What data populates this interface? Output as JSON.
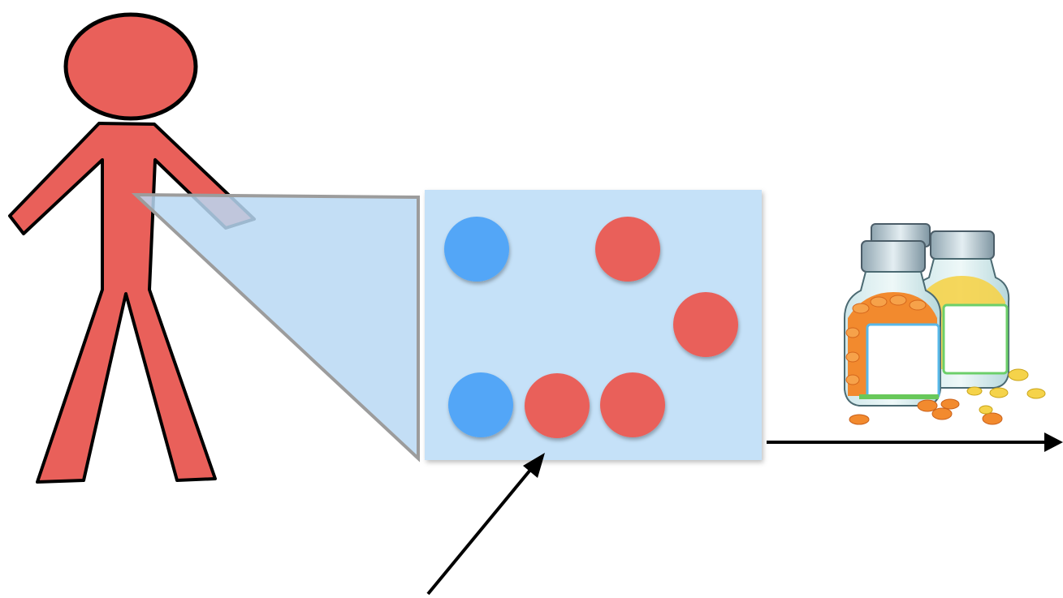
{
  "colors": {
    "figure_fill": "#e9605a",
    "outline": "#000000",
    "panel": "#c5e1f8",
    "callout": "#b9d8f3",
    "callout_edge": "#9c9c9c",
    "cell_blue": "#52a6f7",
    "cell_red": "#e9605a",
    "arrow": "#000000"
  },
  "cells": [
    {
      "kind": "blue"
    },
    {
      "kind": "red"
    },
    {
      "kind": "red"
    },
    {
      "kind": "blue"
    },
    {
      "kind": "red"
    },
    {
      "kind": "red"
    }
  ],
  "icons": {
    "person": "person-icon",
    "medicine": "pill-bottles-icon"
  }
}
